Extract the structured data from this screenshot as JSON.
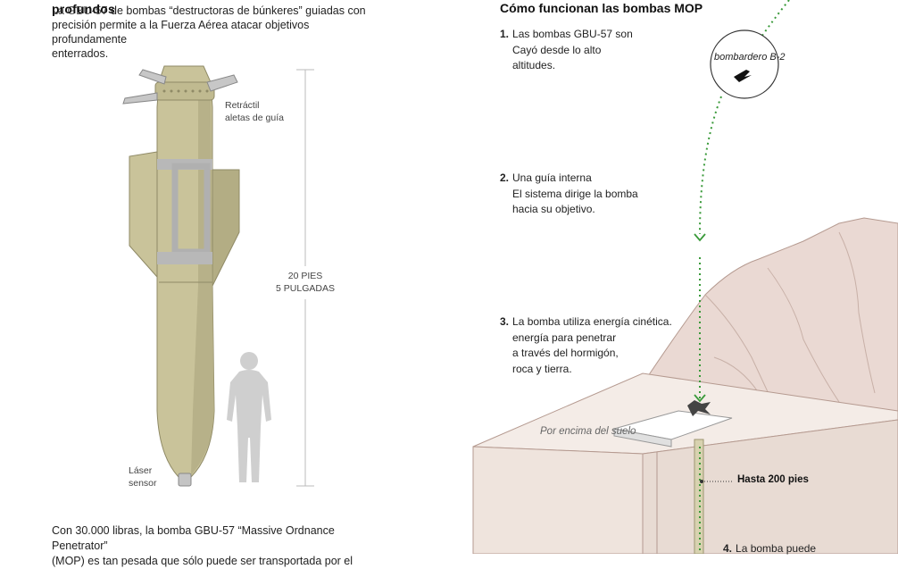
{
  "left": {
    "overlay_heading": "profundos",
    "intro_line1_prefix": "La GBU-57",
    "intro_line1": "de bombas “destructoras de búnkeres” guiadas con",
    "intro_line2": "precisión permite a la Fuerza Aérea atacar objetivos profundamente",
    "intro_line3": "enterrados.",
    "fins_label_1": "Retráctil",
    "fins_label_2": "aletas de guía",
    "length_label_1": "20 PIES",
    "length_label_2": "5 PULGADAS",
    "laser_label_1": "Láser",
    "laser_label_2": "sensor",
    "bottom_line1": "Con 30.000 libras, la bomba GBU-57 “Massive Ordnance Penetrator”",
    "bottom_line2": "(MOP) es tan pesada que sólo puede ser transportada por el"
  },
  "right": {
    "title": "Cómo funcionan las bombas MOP",
    "step1": {
      "num": "1.",
      "lines": [
        "Las bombas GBU-57 son",
        "Cayó desde lo alto",
        "altitudes."
      ]
    },
    "step2": {
      "num": "2.",
      "lines": [
        "Una guía interna",
        "El sistema dirige la bomba",
        "hacia su objetivo."
      ]
    },
    "step3": {
      "num": "3.",
      "lines": [
        "La bomba utiliza energía cinética.",
        "energía para penetrar",
        "a través del hormigón,",
        "roca y tierra."
      ]
    },
    "step4": {
      "num": "4.",
      "lines": [
        "La bomba puede"
      ]
    },
    "bomber_label": "bombardero B-2",
    "surface_label": "Por encima del suelo",
    "depth_label": "Hasta 200 pies"
  },
  "colors": {
    "bomb_body": "#c9c39a",
    "bomb_shade": "#b3ad84",
    "bomb_outline": "#8f8a66",
    "band": "#b8b8b8",
    "silhouette": "#cfcfcf",
    "trajectory": "#3a9a3a",
    "rock": "#ead9d3",
    "concrete": "#efe4dd"
  }
}
